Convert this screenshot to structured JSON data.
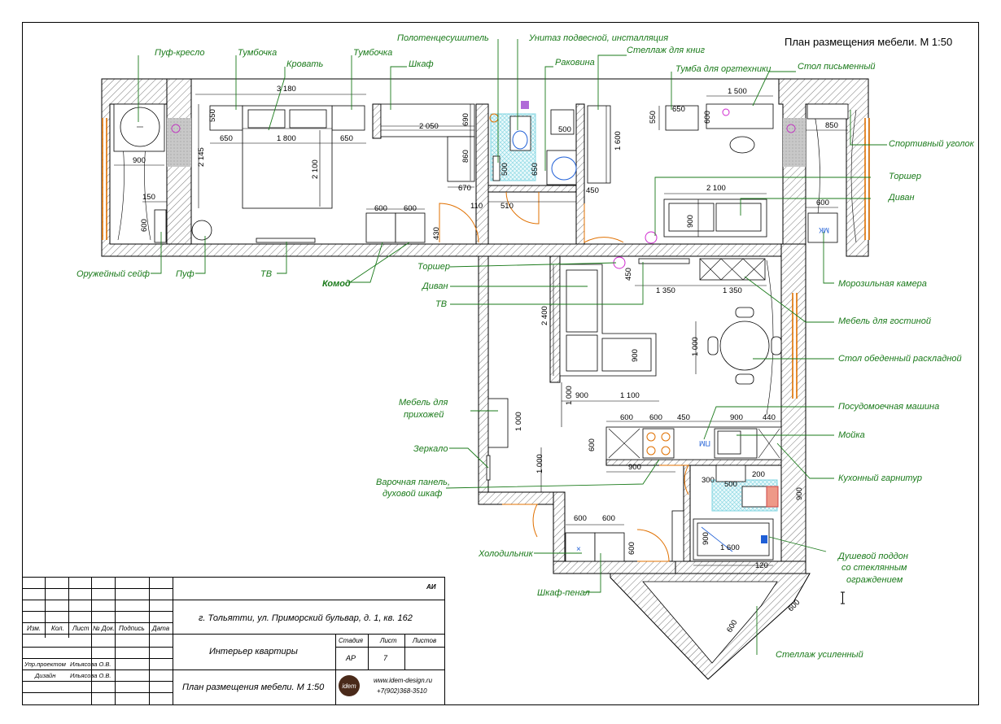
{
  "title": "План размещения мебели.  М 1:50",
  "labels": {
    "puf_kreslo": "Пуф-кресло",
    "tumbochka1": "Тумбочка",
    "krovat": "Кровать",
    "tumbochka2": "Тумбочка",
    "shkaf": "Шкаф",
    "polotence": "Полотенцесушитель",
    "unitaz": "Унитаз подвесной, инсталляция",
    "rakovina": "Раковина",
    "stellazh_knig": "Стеллаж для книг",
    "tumba_orgtech": "Тумба для оргтехники",
    "stol_pis": "Стол письменный",
    "sport": "Спортивный уголок",
    "torsher1": "Торшер",
    "divan1": "Диван",
    "moroz": "Морозильная камера",
    "mebel_gost": "Мебель для гостиной",
    "stol_obed": "Стол обеденный раскладной",
    "posud": "Посудомоечная машина",
    "moika": "Мойка",
    "kuhn": "Кухонный гарнитур",
    "dush1": "Душевой поддон",
    "dush2": "со стеклянным",
    "dush3": "ограждением",
    "stellazh_us": "Стеллаж усиленный",
    "shkaf_penal": "Шкаф-пенал",
    "holod": "Холодильник",
    "varoch1": "Варочная панель,",
    "varoch2": "духовой шкаф",
    "zerkalo": "Зеркало",
    "meb_prih1": "Мебель для",
    "meb_prih2": "прихожей",
    "tv2": "ТВ",
    "divan2": "Диван",
    "torsher2": "Торшер",
    "komod": "Комод",
    "tv1": "ТВ",
    "puf": "Пуф",
    "seif": "Оружейный сейф"
  },
  "dims": {
    "d3180": "3 180",
    "d550a": "550",
    "d650a": "650",
    "d1800": "1 800",
    "d650b": "650",
    "d2145": "2 145",
    "d2100": "2 100",
    "d900a": "900",
    "d150": "150",
    "d600a": "600",
    "d2050": "2 050",
    "d690": "690",
    "d860": "860",
    "d670": "670",
    "d500a": "500",
    "d650c": "650",
    "d500b": "500",
    "d110": "110",
    "d510": "510",
    "d450a": "450",
    "d1600a": "1 600",
    "d550b": "550",
    "d650d": "650",
    "d600b": "600",
    "d1500": "1 500",
    "d850": "850",
    "d2100b": "2 100",
    "d900b": "900",
    "d600c": "600",
    "d600d": "600",
    "d600e": "600",
    "d430": "430",
    "d450b": "450",
    "d1350a": "1 350",
    "d1350b": "1 350",
    "d2400": "2 400",
    "d900c": "900",
    "d1000a": "1 000",
    "d1000b": "1 000",
    "d900d": "900",
    "d1100": "1 100",
    "d600f": "600",
    "d600g": "600",
    "d450c": "450",
    "d900e": "900",
    "d440": "440",
    "d600h": "600",
    "d900f": "900",
    "d1000c": "1 000",
    "d1000d": "1 000",
    "d300": "300",
    "d500c": "500",
    "d200": "200",
    "d900g": "900",
    "d900h": "900",
    "d1600b": "1 600",
    "d120": "120",
    "d600i": "600",
    "d600j": "600",
    "d600k": "600",
    "d600l": "600",
    "d600m": "600"
  },
  "icons": {
    "pm": "ПМ",
    "mk": "МК"
  },
  "stamp": {
    "code": "АИ",
    "address": "г. Тольятти, ул. Приморский бульвар, д. 1, кв. 162",
    "h_izm": "Изм.",
    "h_kol": "Кол.",
    "h_list": "Лист",
    "h_nodok": "№ Док.",
    "h_podpis": "Подпись",
    "h_data": "Дата",
    "project": "Интерьер квартиры",
    "h_stadia": "Стадия",
    "h_list2": "Лист",
    "h_listov": "Листов",
    "stadia": "АР",
    "list": "7",
    "upr_role": "Упр.проектом",
    "upr_name": "Ильясова О.В.",
    "diz_role": "Дизайн",
    "diz_name": "Ильясова О.В.",
    "sheet_title": "План размещения мебели.  М 1:50",
    "logo": "idem",
    "website": "www.idem-design.ru",
    "phone": "+7(902)368-3510"
  },
  "colors": {
    "label": "#1a7a1a",
    "door": "#e07000",
    "tile": "#7fd4e0",
    "fixture": "#1f5fd6"
  }
}
